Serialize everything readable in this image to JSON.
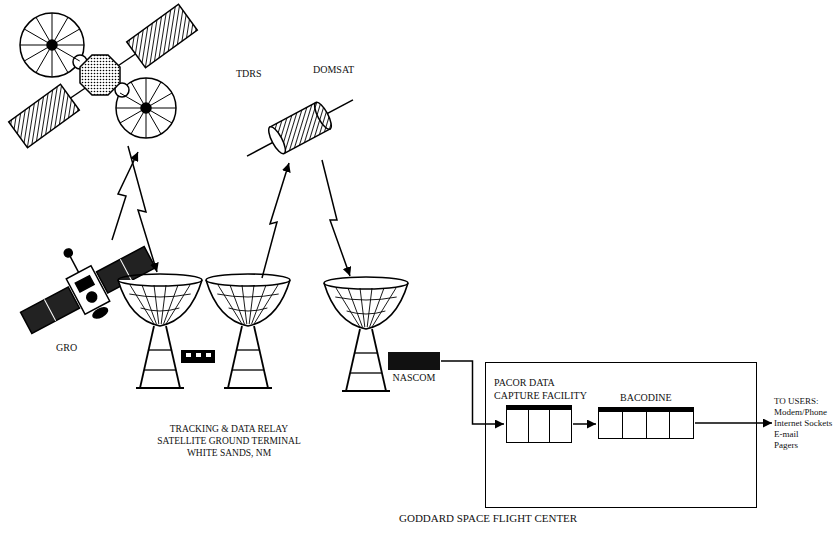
{
  "diagram": {
    "nodes": [
      {
        "text": [
          "NASCOM"
        ]
      },
      {
        "text": [
          "GODDARD SPACE FLIGHT CENTER"
        ]
      },
      {
        "text": [
          "PACOR DATA CAPTURE FACILITY"
        ],
        "in": 1
      },
      {
        "text": [
          "BACODINE"
        ],
        "in": 1
      },
      {
        "text": [
          "TO USERS:",
          "Modem/Phone",
          "Internet Sockets",
          "E-mail",
          "Pagers"
        ]
      }
    ],
    "edges": [
      {
        "from": 0,
        "to": 2,
        "arrow": "to"
      },
      {
        "from": 2,
        "to": 3,
        "arrow": "to"
      },
      {
        "from": 3,
        "to": 4,
        "arrow": "to"
      }
    ],
    "labels": [
      "TDRS",
      "DOMSAT",
      "GRO",
      "TRACKING & DATA RELAY SATELLITE GROUND TERMINAL WHITE SANDS, NM"
    ]
  }
}
